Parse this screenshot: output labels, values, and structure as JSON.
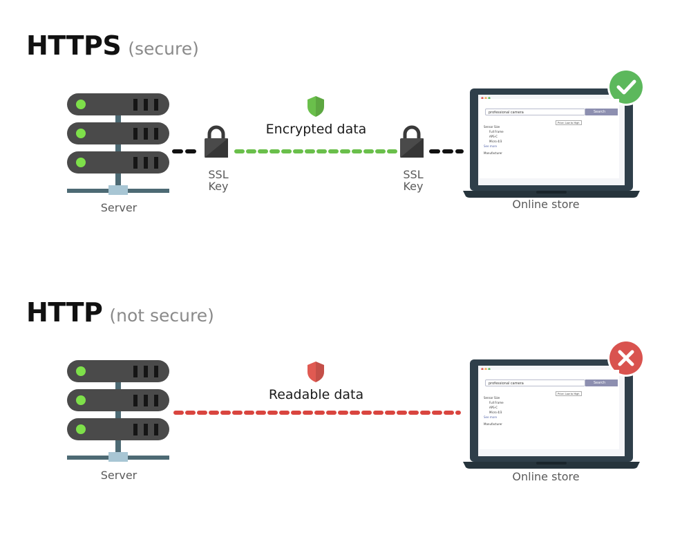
{
  "sections": {
    "https": {
      "title": "HTTPS",
      "subtitle": "(secure)",
      "server_label": "Server",
      "left_key_label": "SSL\nKey",
      "right_key_label": "SSL\nKey",
      "data_label": "Encrypted data",
      "client_label": "Online store",
      "status": "secure",
      "line_color": "#6abf4b",
      "shield_color": "#6abf4b",
      "badge_color": "#5cb85c"
    },
    "http": {
      "title": "HTTP",
      "subtitle": "(not secure)",
      "server_label": "Server",
      "data_label": "Readable data",
      "client_label": "Online store",
      "status": "not-secure",
      "line_color": "#d9453f",
      "shield_color": "#e05a52",
      "badge_color": "#d9534f"
    }
  },
  "store_screen": {
    "search_value": "professional camera",
    "search_button": "Search",
    "sort_label": "Price: Low to High",
    "filter_sensor_heading": "Sensor Size",
    "filter_sensor_options": [
      "Full Frame",
      "APS-C",
      "Micro 4/3"
    ],
    "see_more": "See more",
    "filter_manufacturer_heading": "Manufacturer"
  },
  "icons": {
    "server": "server-rack-icon",
    "lock": "padlock-icon",
    "shield": "shield-icon",
    "laptop": "laptop-icon",
    "check": "check-mark-icon",
    "cross": "cross-icon",
    "camera": "camera-icon"
  },
  "colors": {
    "server_body": "#4a4a4a",
    "server_led": "#7ee04a",
    "laptop_frame": "#2f3f4a",
    "dark_line": "#111111"
  }
}
